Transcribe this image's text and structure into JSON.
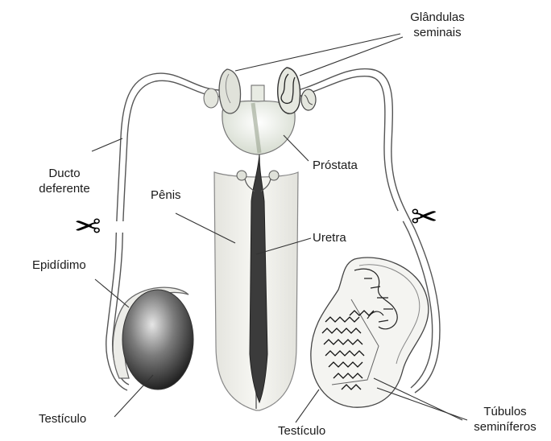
{
  "labels": {
    "seminal_glands": [
      "Glândulas",
      "seminais"
    ],
    "vas_deferens": [
      "Ducto",
      "deferente"
    ],
    "prostate": "Próstata",
    "penis": "Pênis",
    "urethra": "Uretra",
    "epididymis": "Epidídimo",
    "testicle_left": "Testículo",
    "testicle_right": "Testículo",
    "seminiferous_tubules": [
      "Túbulos",
      "seminíferos"
    ]
  },
  "icons": {
    "scissors_left": "scissors-icon",
    "scissors_right": "scissors-icon",
    "scissors_glyph": "✂"
  },
  "colors": {
    "stroke": "#3a3a3a",
    "testicle_dark": "#1c1c1c",
    "testicle_light": "#d8d8d8",
    "penis_fill": "#f1f1ec",
    "urethra": "#3d3d3d",
    "prostate_fill": "#e9ece4"
  }
}
